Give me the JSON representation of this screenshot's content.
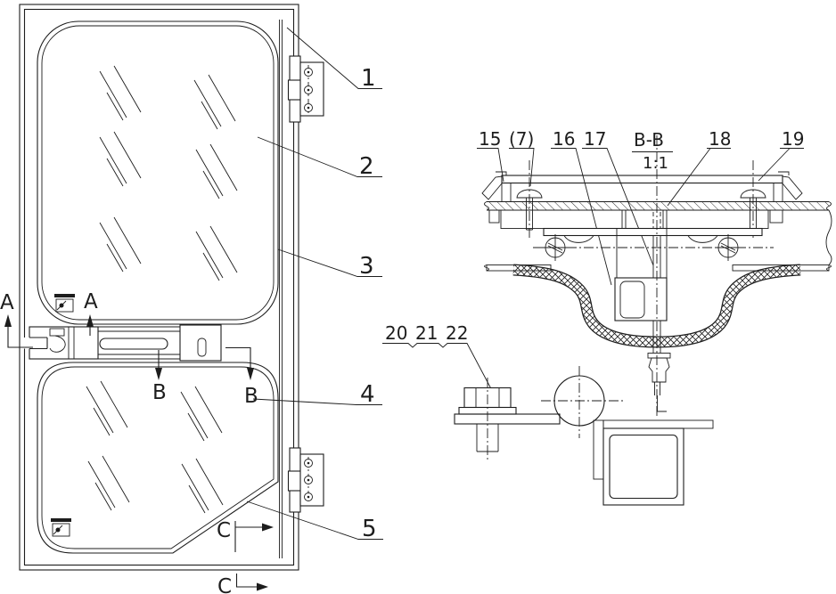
{
  "drawing": {
    "background": "#ffffff",
    "line_color": "#1d1d1d",
    "door_view": {
      "callouts": {
        "c1": "1",
        "c2": "2",
        "c3": "3",
        "c4": "4",
        "c5": "5"
      },
      "section_markers": {
        "a_left": "A",
        "a_right": "A",
        "b_left": "B",
        "b_right": "B",
        "c_upper": "C",
        "c_lower": "C"
      }
    },
    "section_view": {
      "title": "B-B",
      "scale": "1:1",
      "callouts": {
        "c15": "15",
        "c7": "(7)",
        "c16": "16",
        "c17": "17",
        "c18": "18",
        "c19": "19"
      }
    },
    "striker_detail": {
      "callouts": {
        "c20": "20",
        "c21": "21",
        "c22": "22"
      }
    }
  }
}
